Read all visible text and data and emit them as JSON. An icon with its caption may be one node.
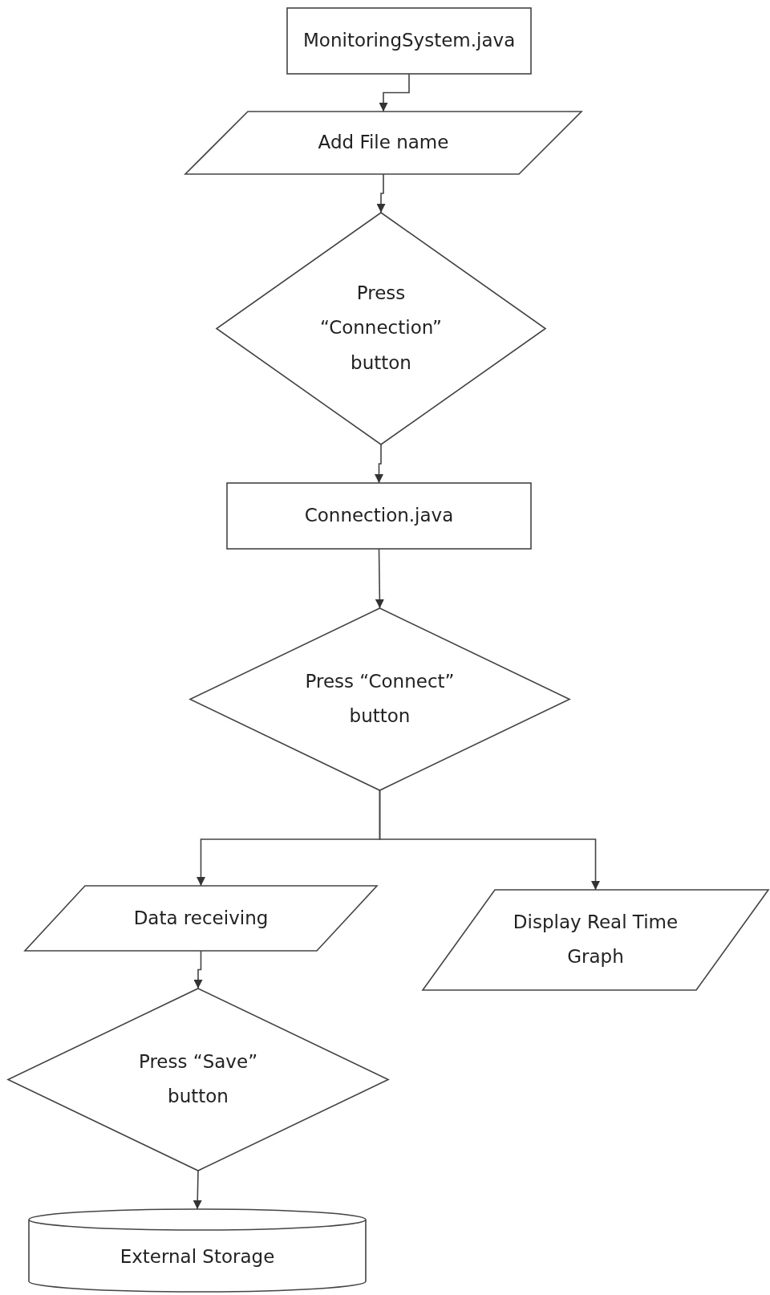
{
  "diagram": {
    "nodes": [
      {
        "text": [
          "MonitoringSystem.java"
        ]
      },
      {
        "text": [
          "Add File name"
        ]
      },
      {
        "text": [
          "Press “Connection” button"
        ]
      },
      {
        "text": [
          "Connection.java"
        ]
      },
      {
        "text": [
          "Press “Connect” button"
        ]
      },
      {
        "text": [
          "Data receiving"
        ]
      },
      {
        "text": [
          "Display Real Time Graph"
        ]
      },
      {
        "text": [
          "Press “Save” button"
        ]
      },
      {
        "text": [
          "External Storage"
        ]
      }
    ],
    "edges": [
      {
        "from": 0,
        "to": 1,
        "arrow": "to"
      },
      {
        "from": 1,
        "to": 2,
        "arrow": "to"
      },
      {
        "from": 2,
        "to": 3,
        "arrow": "to"
      },
      {
        "from": 3,
        "to": 4,
        "arrow": "to"
      },
      {
        "from": 4,
        "to": 5,
        "arrow": "to"
      },
      {
        "from": 4,
        "to": 6,
        "arrow": "to"
      },
      {
        "from": 5,
        "to": 7,
        "arrow": "to"
      },
      {
        "from": 7,
        "to": 8,
        "arrow": "to"
      }
    ]
  }
}
